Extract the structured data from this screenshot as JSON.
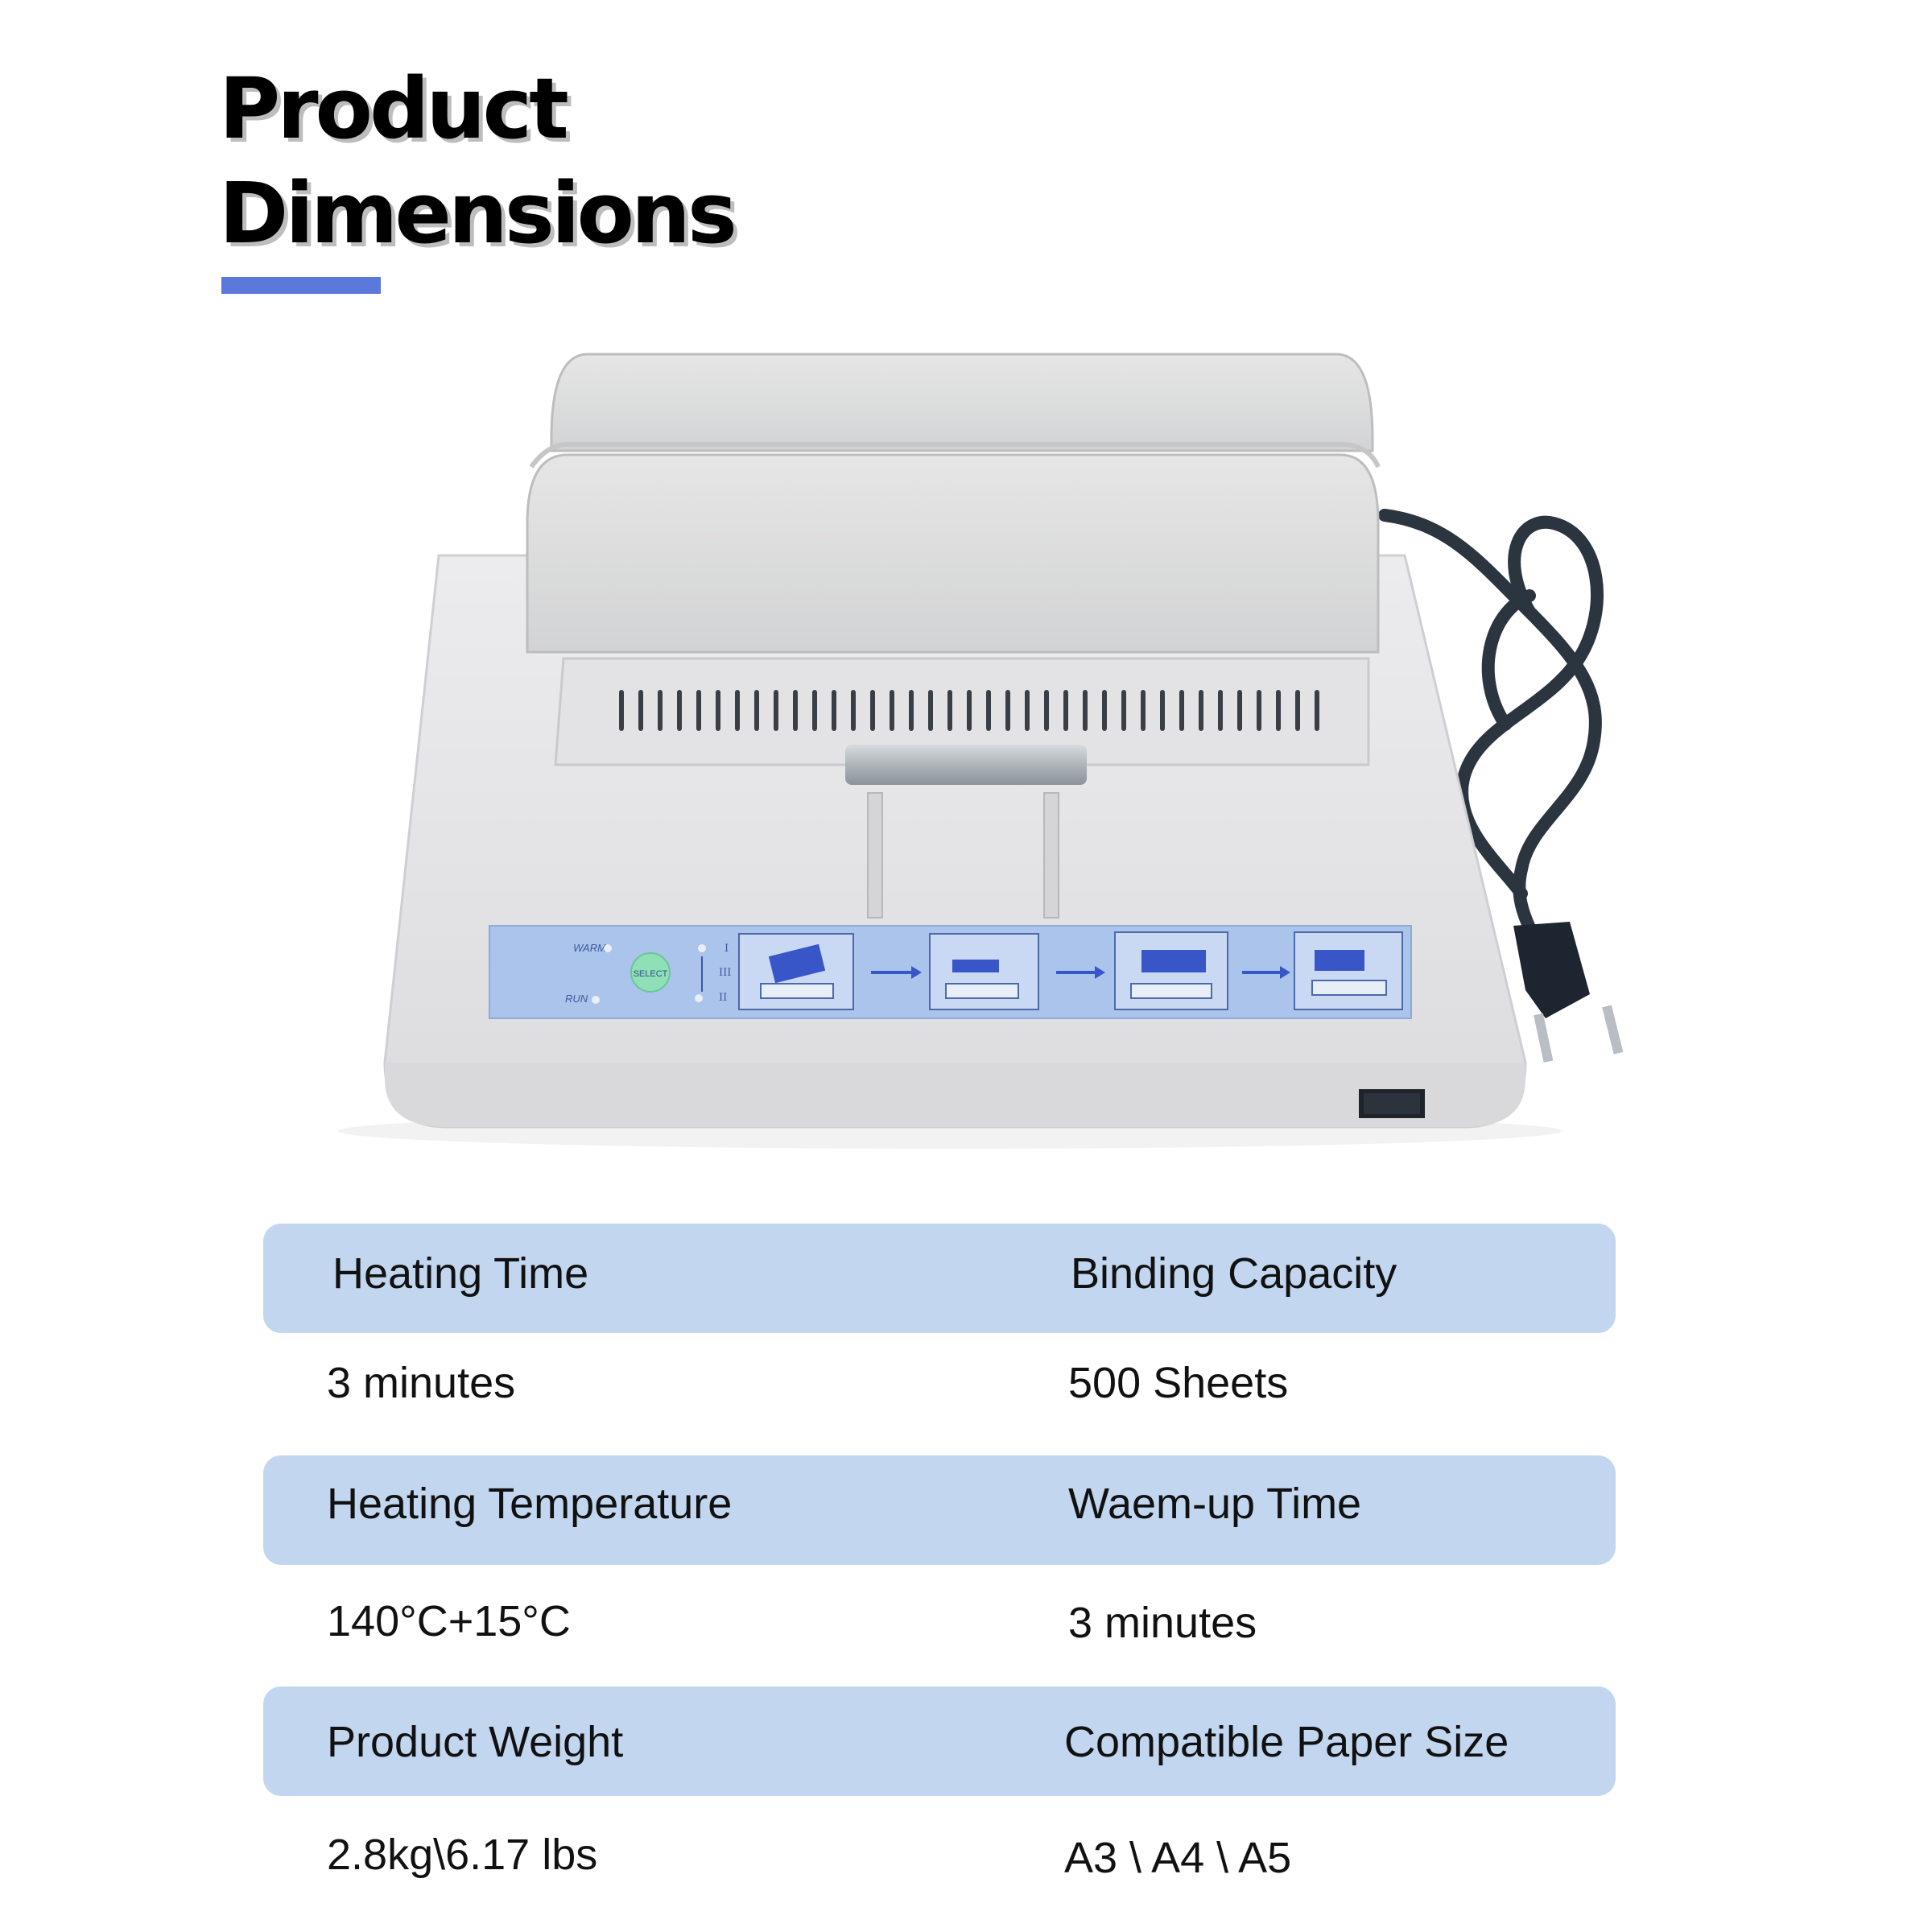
{
  "header": {
    "title_line1": "Product",
    "title_line2": "Dimensions"
  },
  "product_image": {
    "description_icon": "binding-machine",
    "panel": {
      "warm_label": "WARM",
      "run_label": "RUN",
      "select_label": "SELECT",
      "mode_1": "I",
      "mode_3": "III",
      "mode_2": "II"
    }
  },
  "specs": [
    {
      "label": "Heating Time",
      "value": "3 minutes"
    },
    {
      "label": "Binding Capacity",
      "value": "500 Sheets"
    },
    {
      "label": "Heating Temperature",
      "value": "140°C+15°C"
    },
    {
      "label": "Waem-up Time",
      "value": "3 minutes"
    },
    {
      "label": "Product Weight",
      "value": "2.8kg\\6.17 lbs"
    },
    {
      "label": "Compatible Paper Size",
      "value": "A3 \\ A4 \\ A5"
    }
  ],
  "colors": {
    "accent_bar": "#5b78db",
    "spec_band": "#c2d6ef",
    "machine_body": "#e7e7e9",
    "control_panel": "#aac4ec"
  }
}
